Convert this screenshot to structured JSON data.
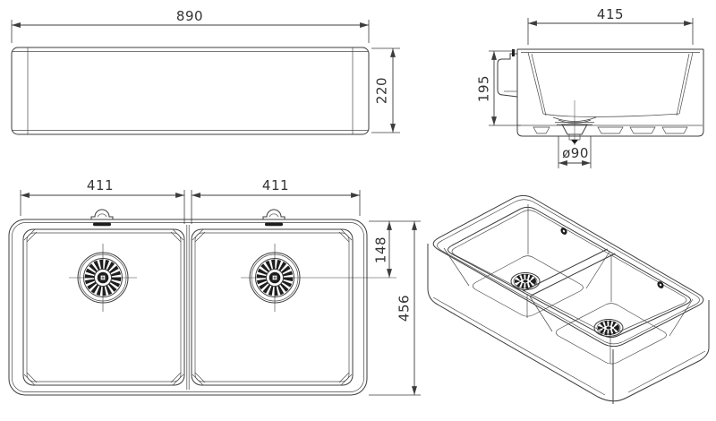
{
  "colors": {
    "line": "#3c3c3c",
    "text": "#333333",
    "background": "#ffffff",
    "dark_fill": "#1e1e1e"
  },
  "views": {
    "front_elevation": {
      "dim_width": "890",
      "dim_height": "220"
    },
    "side_elevation": {
      "dim_width": "415",
      "dim_depth": "195",
      "dim_drain_diameter": "ø90"
    },
    "plan": {
      "dim_bowl_left_width": "411",
      "dim_bowl_right_width": "411",
      "dim_drain_offset": "148",
      "dim_overall_depth": "456"
    }
  }
}
